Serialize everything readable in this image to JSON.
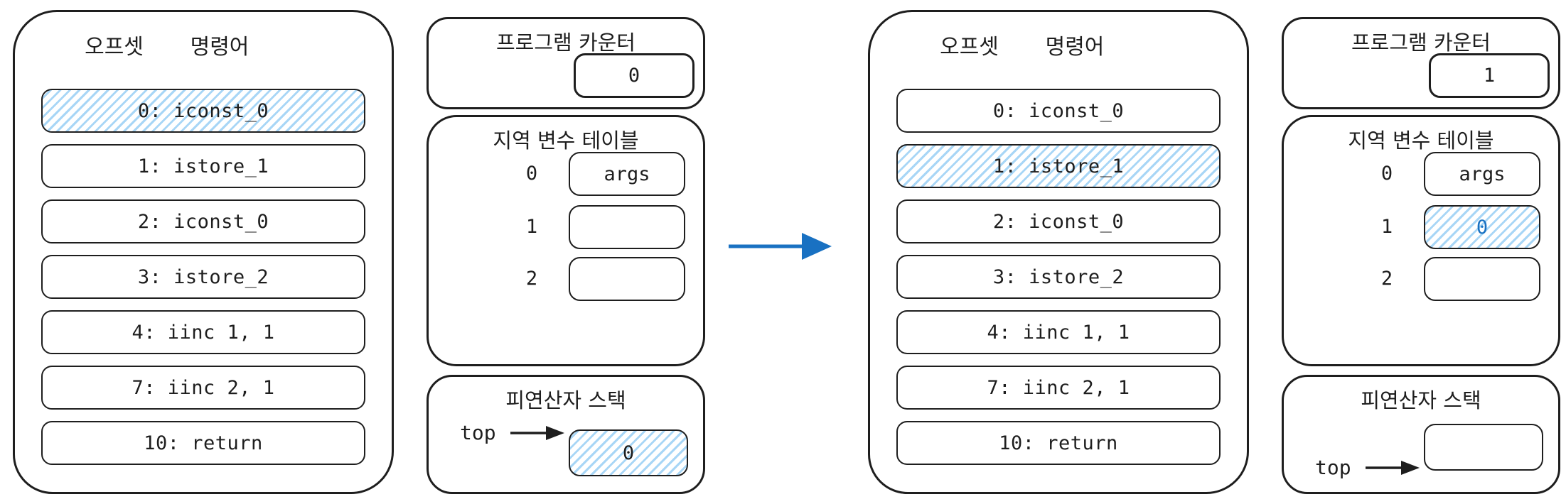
{
  "diagram": {
    "labels": {
      "offset_header": "오프셋",
      "instruction_header": "명령어",
      "pc_title": "프로그램 카운터",
      "lvt_title": "지역 변수 테이블",
      "stack_title": "피연산자 스택",
      "top_label": "top"
    },
    "colors": {
      "stroke": "#1e1e1e",
      "hatch_blue": "#a8d6f6",
      "accent_blue": "#1971c2"
    },
    "frames": [
      {
        "program_counter": "0",
        "instructions": [
          {
            "label": "0: iconst_0",
            "highlighted": true
          },
          {
            "label": "1: istore_1",
            "highlighted": false
          },
          {
            "label": "2: iconst_0",
            "highlighted": false
          },
          {
            "label": "3: istore_2",
            "highlighted": false
          },
          {
            "label": "4: iinc 1, 1",
            "highlighted": false
          },
          {
            "label": "7: iinc 2, 1",
            "highlighted": false
          },
          {
            "label": "10: return",
            "highlighted": false
          }
        ],
        "local_variables": [
          {
            "index": "0",
            "value": "args",
            "highlighted": false,
            "value_blue": false
          },
          {
            "index": "1",
            "value": "",
            "highlighted": false,
            "value_blue": false
          },
          {
            "index": "2",
            "value": "",
            "highlighted": false,
            "value_blue": false
          }
        ],
        "operand_stack": {
          "value": "0",
          "highlighted": true
        }
      },
      {
        "program_counter": "1",
        "instructions": [
          {
            "label": "0: iconst_0",
            "highlighted": false
          },
          {
            "label": "1: istore_1",
            "highlighted": true
          },
          {
            "label": "2: iconst_0",
            "highlighted": false
          },
          {
            "label": "3: istore_2",
            "highlighted": false
          },
          {
            "label": "4: iinc 1, 1",
            "highlighted": false
          },
          {
            "label": "7: iinc 2, 1",
            "highlighted": false
          },
          {
            "label": "10: return",
            "highlighted": false
          }
        ],
        "local_variables": [
          {
            "index": "0",
            "value": "args",
            "highlighted": false,
            "value_blue": false
          },
          {
            "index": "1",
            "value": "0",
            "highlighted": true,
            "value_blue": true
          },
          {
            "index": "2",
            "value": "",
            "highlighted": false,
            "value_blue": false
          }
        ],
        "operand_stack": {
          "value": "",
          "highlighted": false
        }
      }
    ]
  }
}
